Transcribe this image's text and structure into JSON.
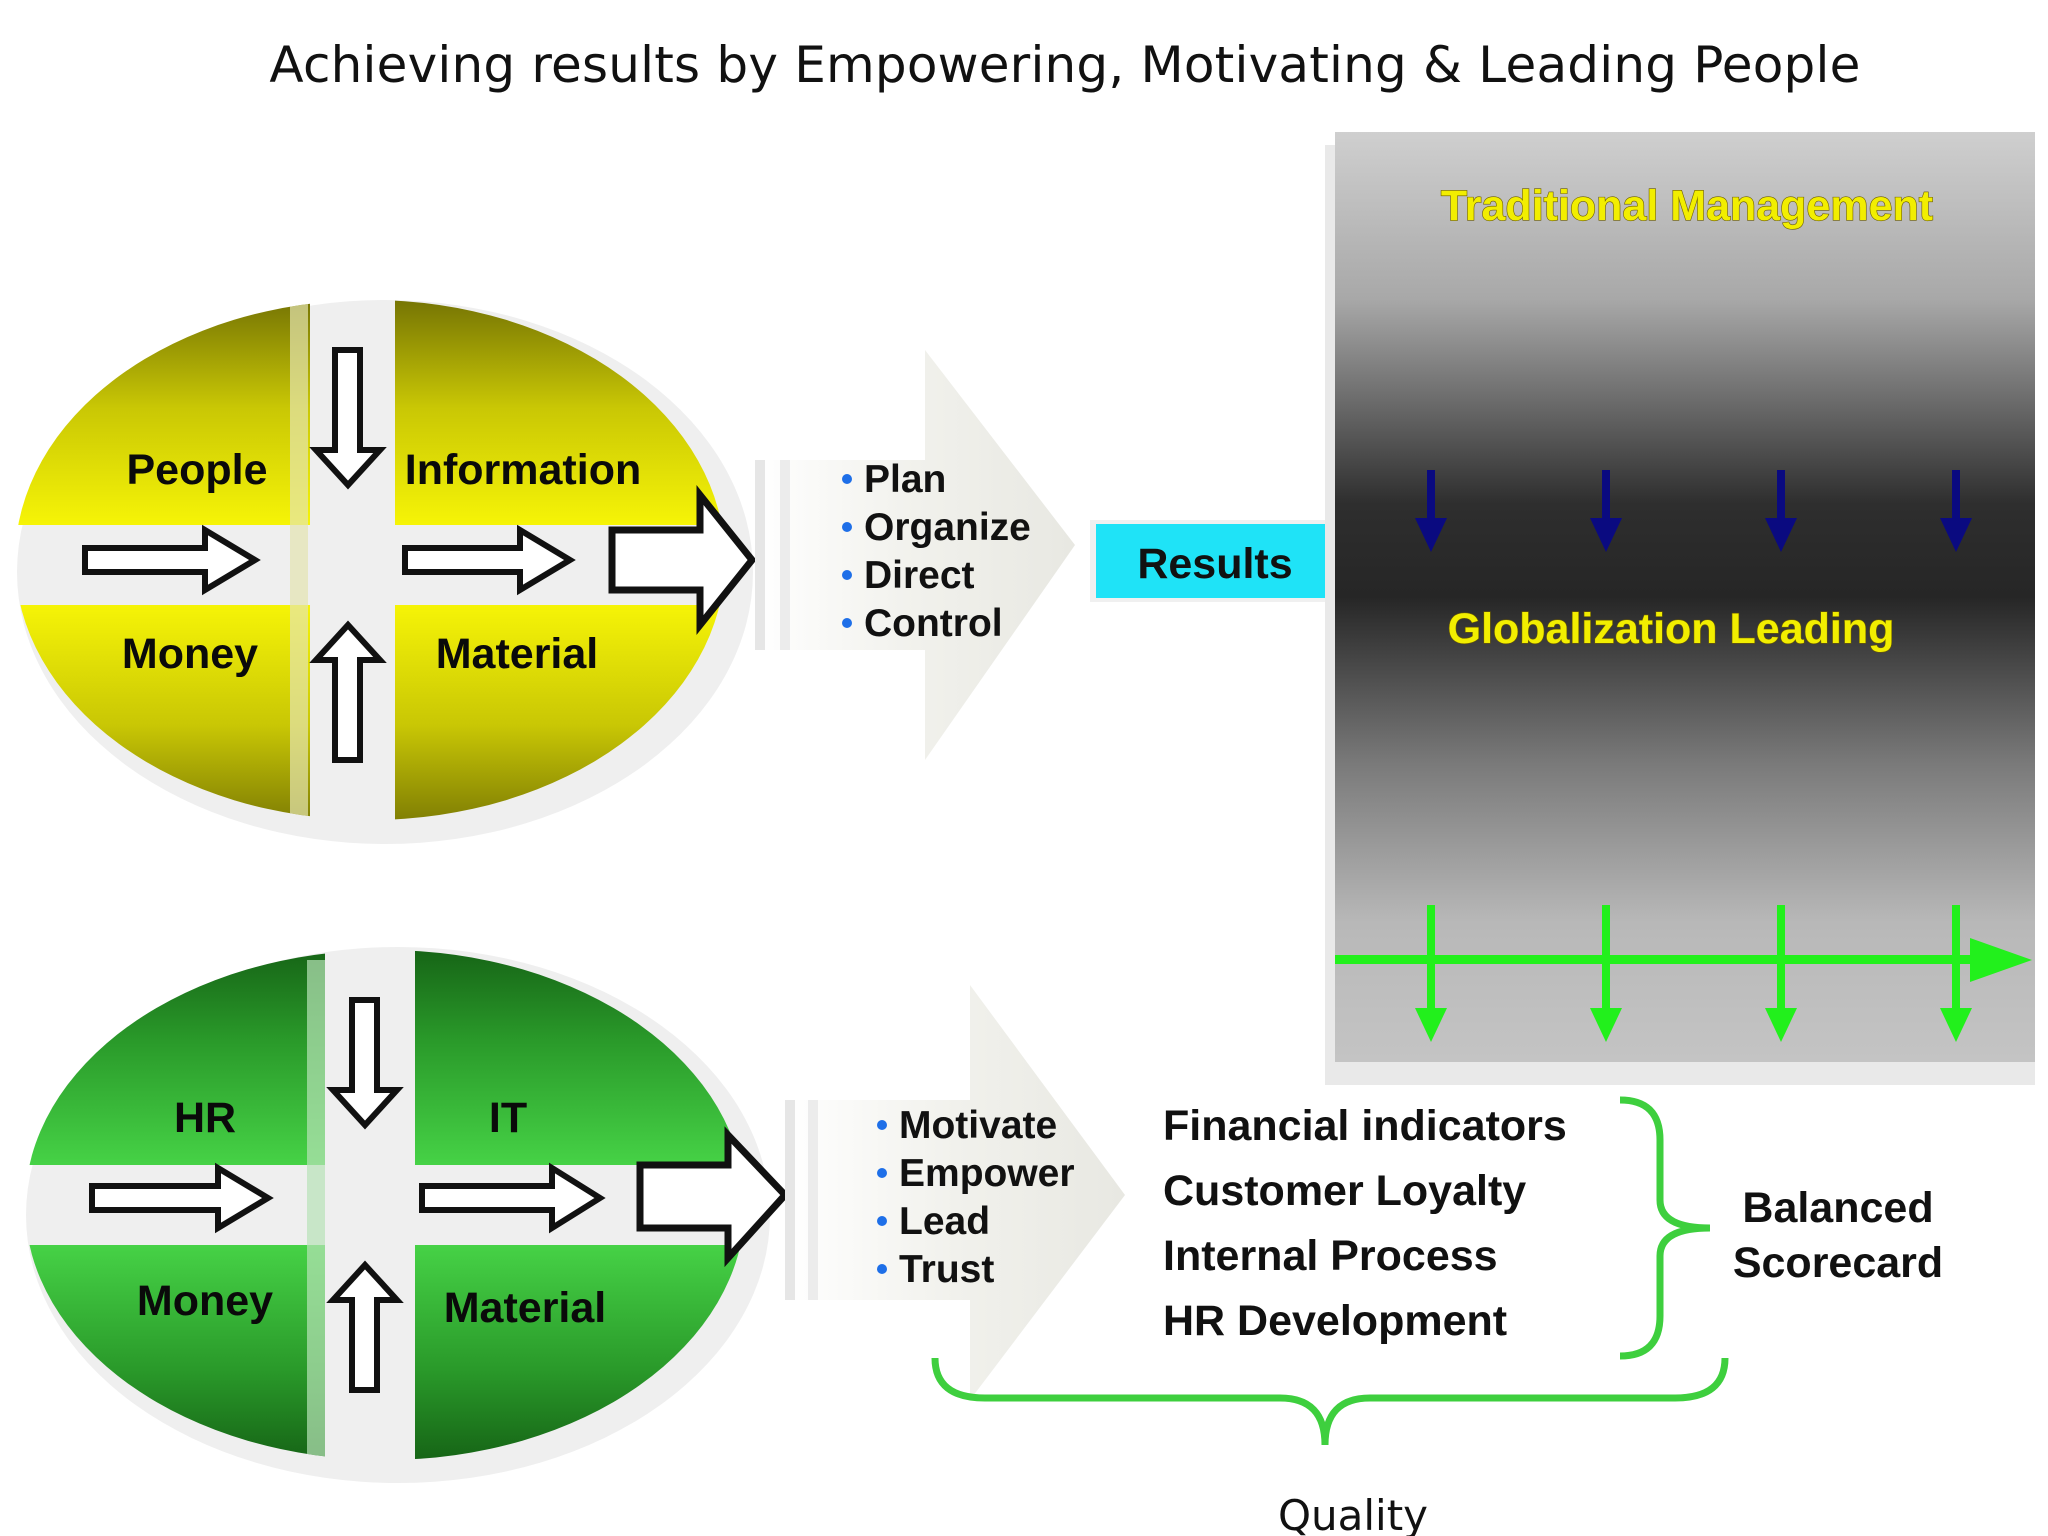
{
  "title": "Achieving results by Empowering, Motivating & Leading People",
  "top_circle": {
    "quadrants": [
      "People",
      "Information",
      "Money",
      "Material"
    ],
    "colors": {
      "light": "#f4f205",
      "dark": "#6b6a05"
    }
  },
  "bottom_circle": {
    "quadrants": [
      "HR",
      "IT",
      "Money",
      "Material"
    ],
    "colors": {
      "light": "#45d045",
      "dark": "#126512"
    }
  },
  "top_actions": [
    "Plan",
    "Organize",
    "Direct",
    "Control"
  ],
  "bottom_actions": [
    "Motivate",
    "Empower",
    "Lead",
    "Trust"
  ],
  "results_label": "Results",
  "panel": {
    "traditional": "Traditional Management",
    "globalization": "Globalization Leading"
  },
  "scorecard": {
    "items": [
      "Financial indicators",
      "Customer Loyalty",
      "Internal Process",
      "HR Development"
    ],
    "label_line1": "Balanced",
    "label_line2": "Scorecard"
  },
  "quality_label": "Quality",
  "colors": {
    "results_box": "#1fe3f7",
    "dark_arrow": "#0a0a80",
    "green_arrow": "#22f01c",
    "brace": "#3ecf3e",
    "bullet": "#1e6fe8",
    "yellow_text": "#f2ee00"
  }
}
